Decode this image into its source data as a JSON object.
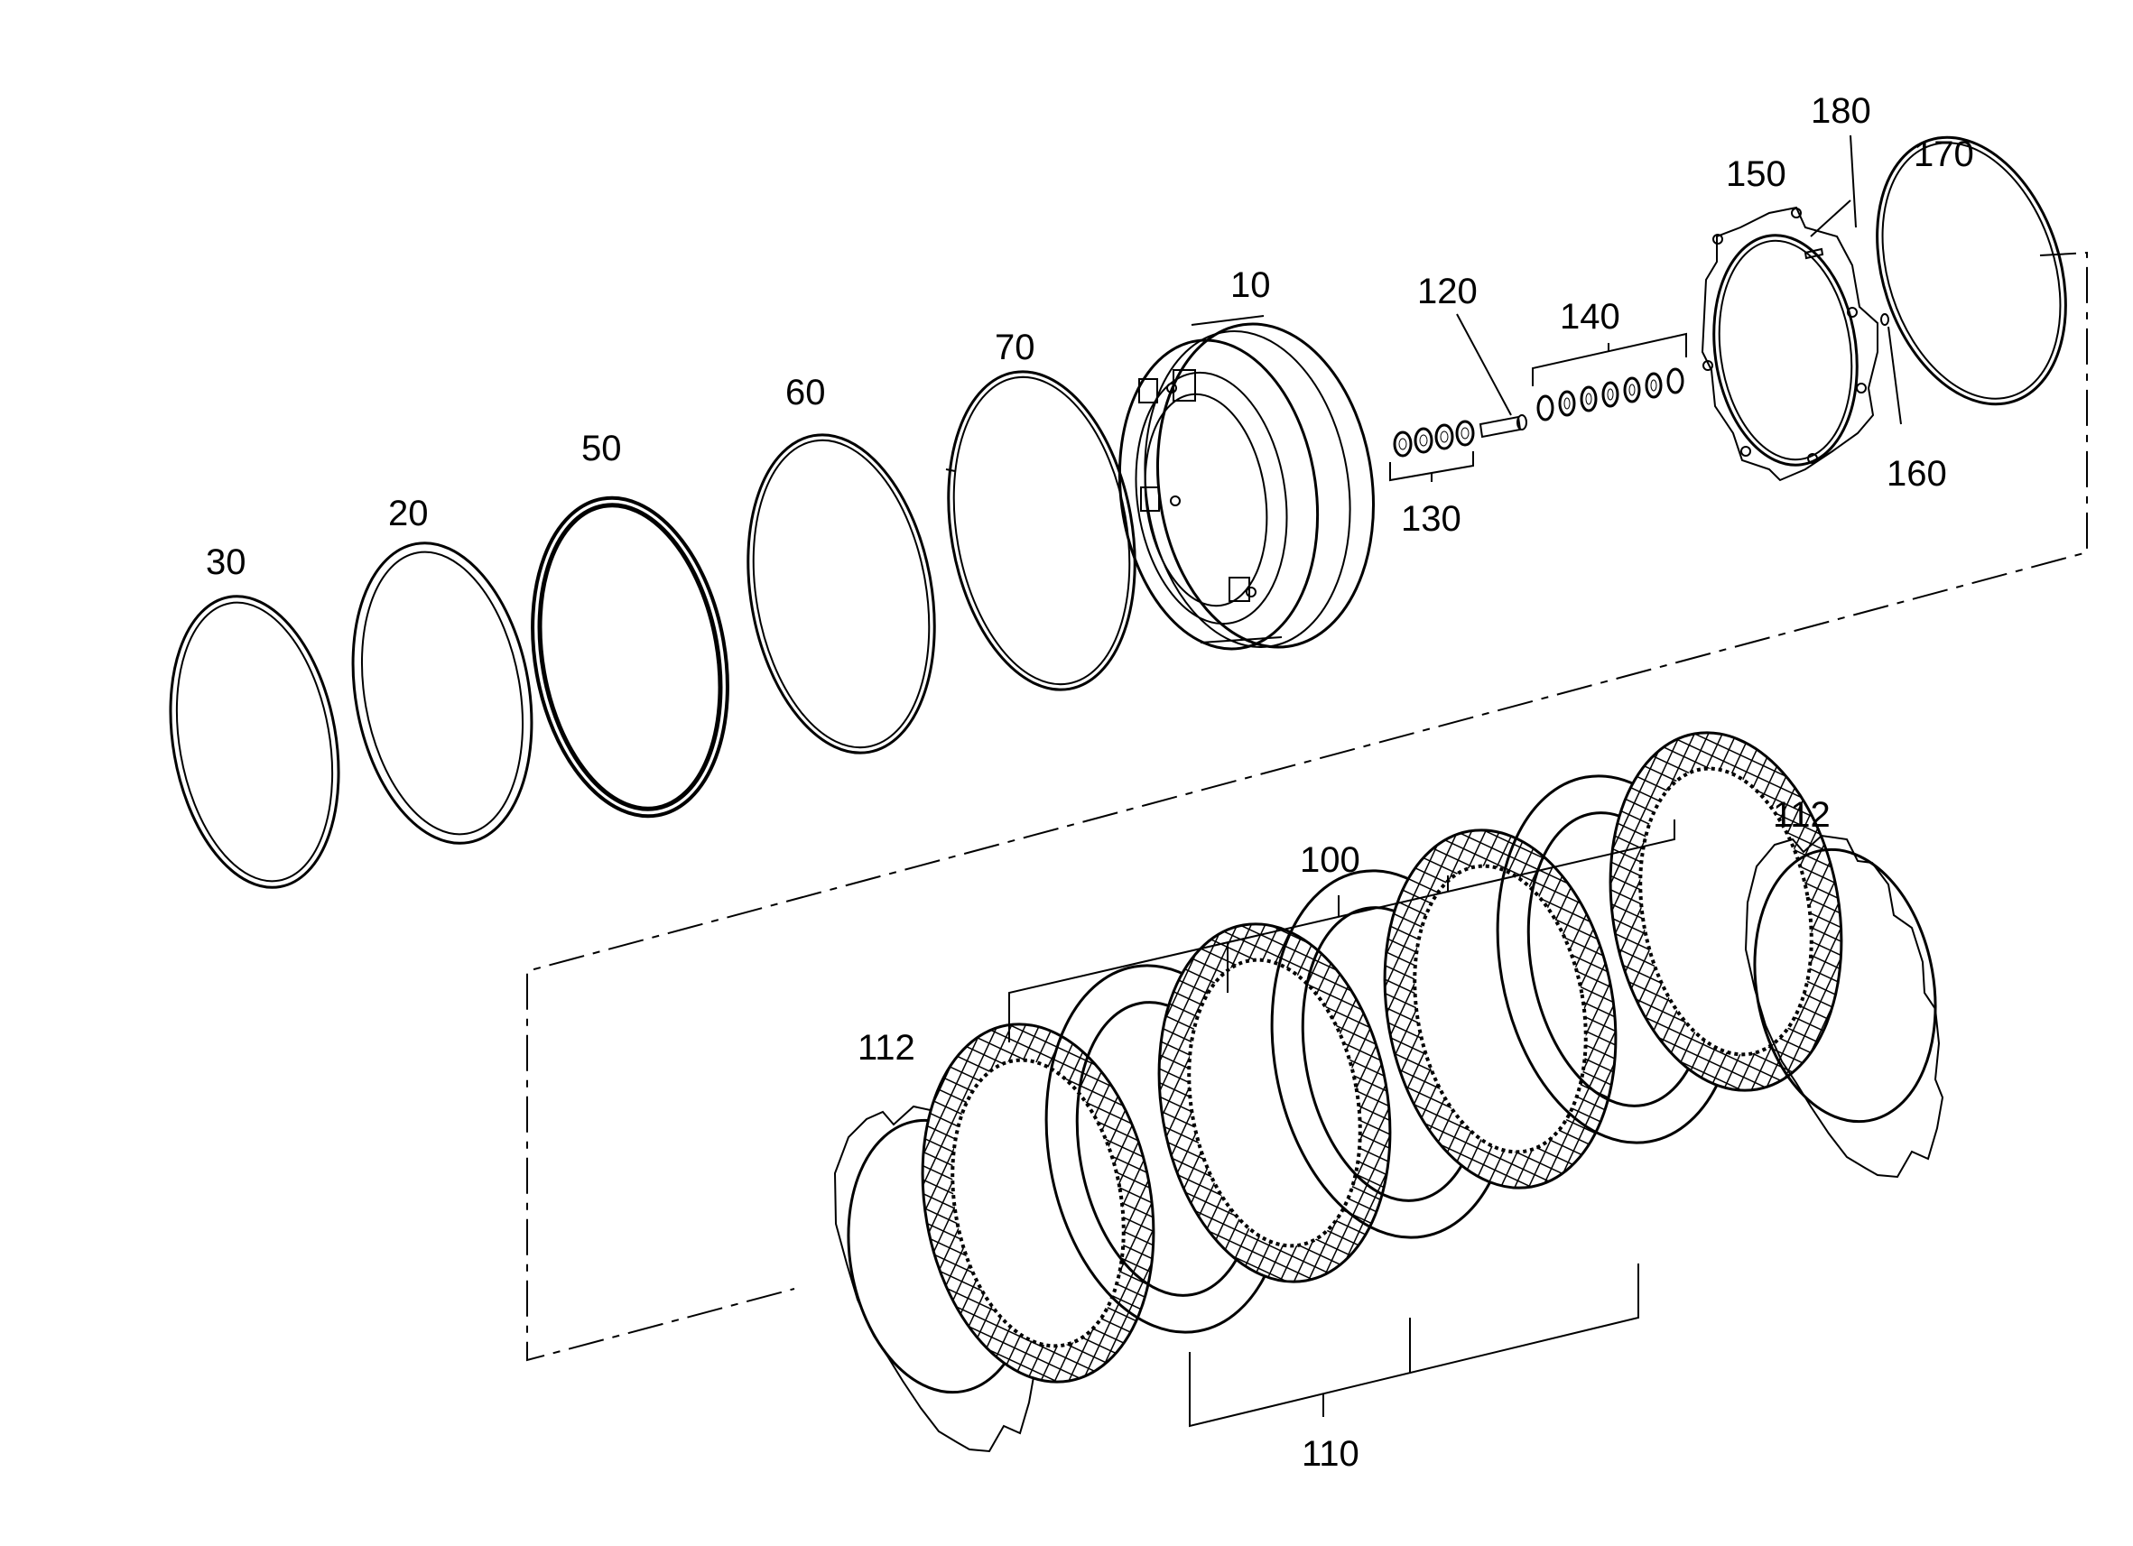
{
  "parts": {
    "p10": "10",
    "p20": "20",
    "p30": "30",
    "p50": "50",
    "p60": "60",
    "p70": "70",
    "p100": "100",
    "p110": "110",
    "p112_left": "112",
    "p112_right": "112",
    "p120": "120",
    "p130": "130",
    "p140": "140",
    "p150": "150",
    "p160": "160",
    "p170": "170",
    "p180": "180"
  }
}
